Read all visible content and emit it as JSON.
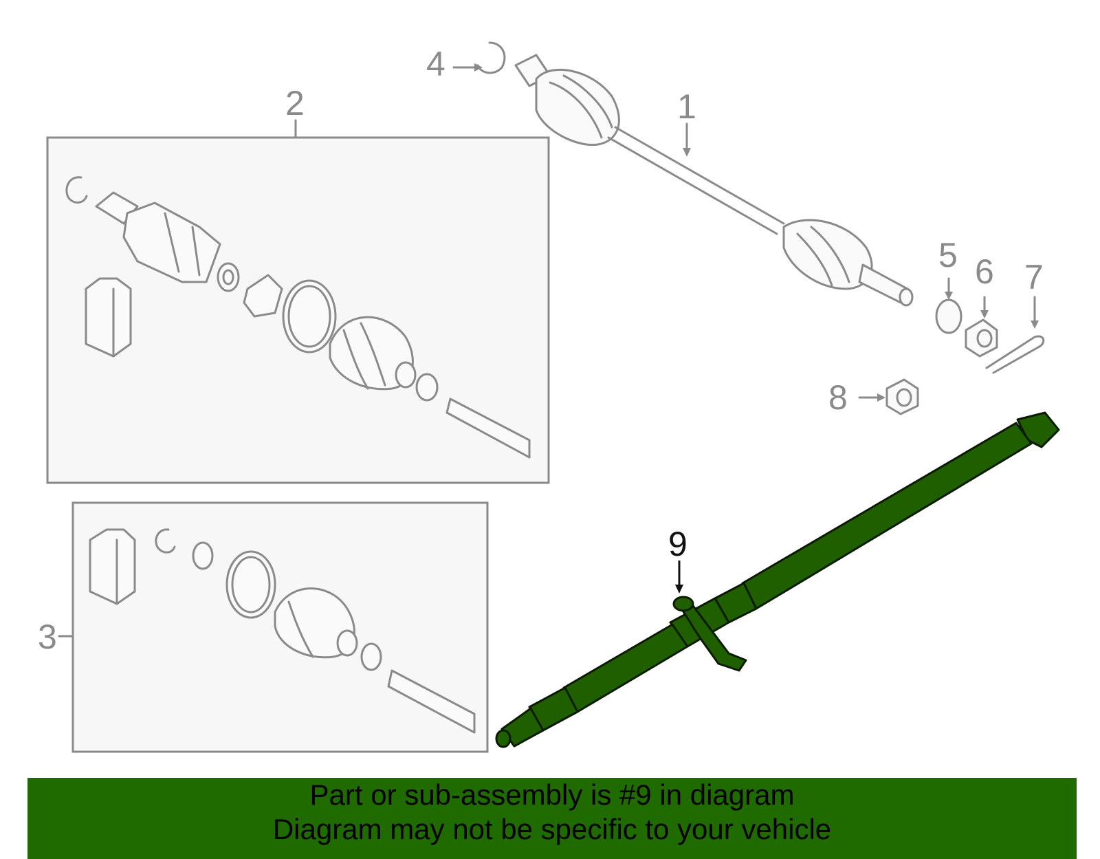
{
  "callouts": {
    "c1": "1",
    "c2": "2",
    "c3": "3",
    "c4": "4",
    "c5": "5",
    "c6": "6",
    "c7": "7",
    "c8": "8",
    "c9": "9"
  },
  "highlighted_part": "9",
  "colors": {
    "highlight": "#1f6b00",
    "outline": "#8a8a8a"
  },
  "banner": {
    "line1": "Part or sub-assembly is #9 in diagram",
    "line2": "Diagram may not be specific to your vehicle"
  }
}
